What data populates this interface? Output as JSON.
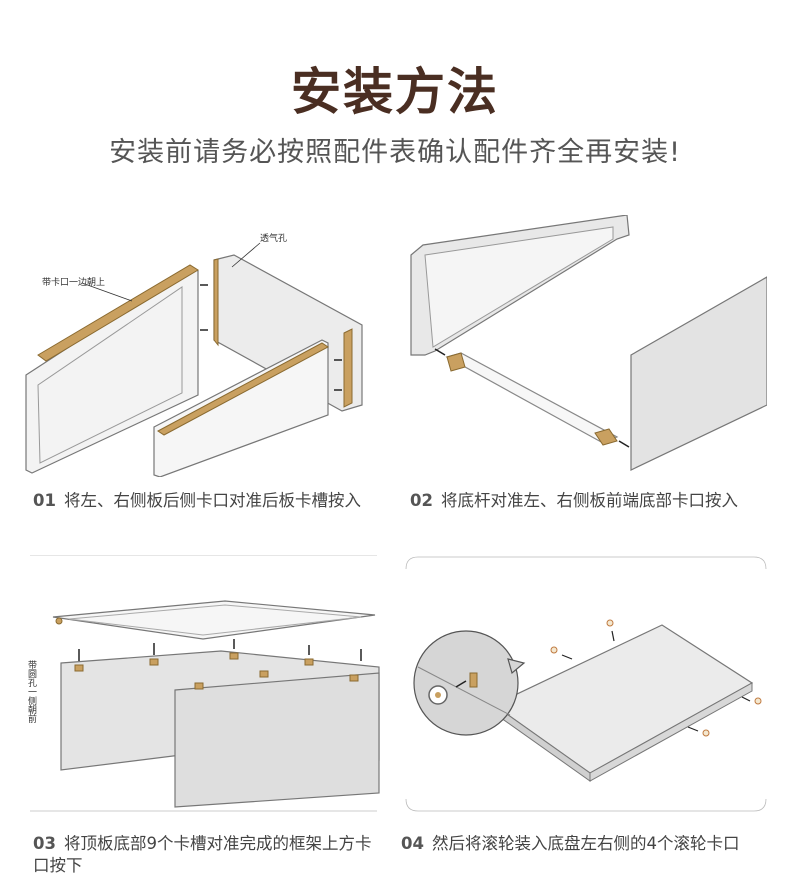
{
  "header": {
    "title": "安装方法",
    "subtitle": "安装前请务必按照配件表确认配件齐全再安装!"
  },
  "colors": {
    "title": "#4a2e22",
    "tan": "#c9a060",
    "panel_gray": "#d9d9d9"
  },
  "steps": [
    {
      "num": "01",
      "text": "将左、右侧板后侧卡口对准后板卡槽按入",
      "labels": {
        "a": "带卡口一边朝上",
        "b": "透气孔"
      }
    },
    {
      "num": "02",
      "text": "将底杆对准左、右侧板前端底部卡口按入"
    },
    {
      "num": "03",
      "text": "将顶板底部9个卡槽对准完成的框架上方卡口按下",
      "labels": {
        "a": "带圆孔一侧朝前"
      }
    },
    {
      "num": "04",
      "text": "然后将滚轮装入底盘左右侧的4个滚轮卡口"
    }
  ]
}
